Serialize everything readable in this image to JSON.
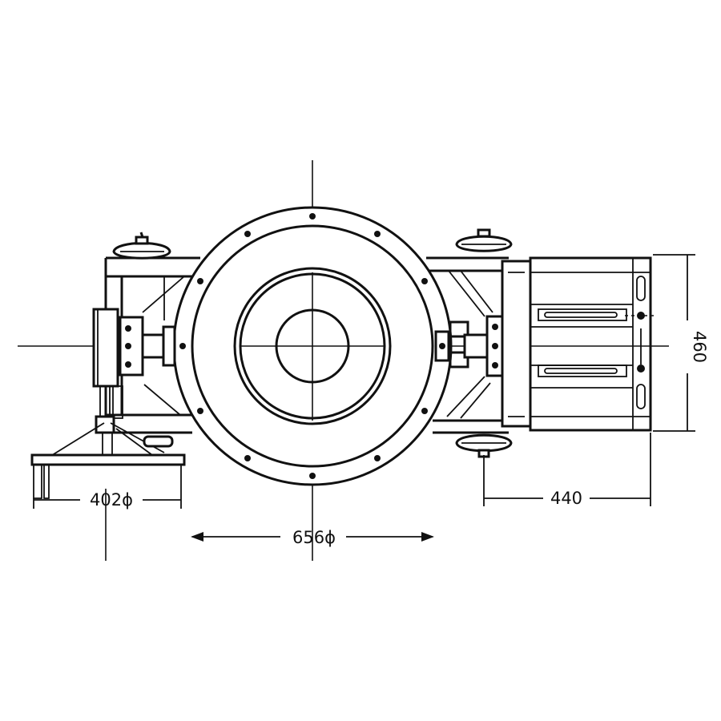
{
  "dimensions": {
    "d402": "402ϕ",
    "d656": "656ϕ",
    "d440": "440",
    "d460": "460"
  }
}
